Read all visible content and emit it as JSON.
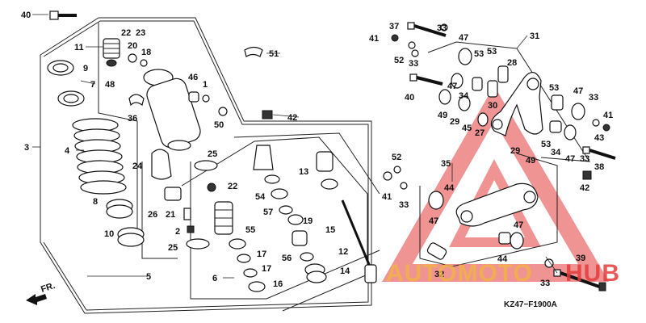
{
  "diagram": {
    "callouts": [
      {
        "id": "c40a",
        "text": "40"
      },
      {
        "id": "c11",
        "text": "11"
      },
      {
        "id": "c22a",
        "text": "22"
      },
      {
        "id": "c23",
        "text": "23"
      },
      {
        "id": "c20",
        "text": "20"
      },
      {
        "id": "c18",
        "text": "18"
      },
      {
        "id": "c9",
        "text": "9"
      },
      {
        "id": "c7",
        "text": "7"
      },
      {
        "id": "c48",
        "text": "48"
      },
      {
        "id": "c46",
        "text": "46"
      },
      {
        "id": "c1",
        "text": "1"
      },
      {
        "id": "c51",
        "text": "51"
      },
      {
        "id": "c3",
        "text": "3"
      },
      {
        "id": "c4",
        "text": "4"
      },
      {
        "id": "c36",
        "text": "36"
      },
      {
        "id": "c50",
        "text": "50"
      },
      {
        "id": "c42a",
        "text": "42"
      },
      {
        "id": "c8",
        "text": "8"
      },
      {
        "id": "c10",
        "text": "10"
      },
      {
        "id": "c24",
        "text": "24"
      },
      {
        "id": "c25a",
        "text": "25"
      },
      {
        "id": "c26",
        "text": "26"
      },
      {
        "id": "c21",
        "text": "21"
      },
      {
        "id": "c2",
        "text": "2"
      },
      {
        "id": "c25b",
        "text": "25"
      },
      {
        "id": "c22b",
        "text": "22"
      },
      {
        "id": "c54",
        "text": "54"
      },
      {
        "id": "c57",
        "text": "57"
      },
      {
        "id": "c55",
        "text": "55"
      },
      {
        "id": "c13",
        "text": "13"
      },
      {
        "id": "c19",
        "text": "19"
      },
      {
        "id": "c15",
        "text": "15"
      },
      {
        "id": "c12",
        "text": "12"
      },
      {
        "id": "c56",
        "text": "56"
      },
      {
        "id": "c17a",
        "text": "17"
      },
      {
        "id": "c17b",
        "text": "17"
      },
      {
        "id": "c16",
        "text": "16"
      },
      {
        "id": "c14",
        "text": "14"
      },
      {
        "id": "c5",
        "text": "5"
      },
      {
        "id": "c6",
        "text": "6"
      },
      {
        "id": "c37",
        "text": "37"
      },
      {
        "id": "c33a",
        "text": "33"
      },
      {
        "id": "c41a",
        "text": "41"
      },
      {
        "id": "c47a",
        "text": "47"
      },
      {
        "id": "c53a",
        "text": "53"
      },
      {
        "id": "c53b",
        "text": "53"
      },
      {
        "id": "c31",
        "text": "31"
      },
      {
        "id": "c52a",
        "text": "52"
      },
      {
        "id": "c33b",
        "text": "33"
      },
      {
        "id": "c28",
        "text": "28"
      },
      {
        "id": "c40b",
        "text": "40"
      },
      {
        "id": "c47b",
        "text": "47"
      },
      {
        "id": "c34a",
        "text": "34"
      },
      {
        "id": "c30",
        "text": "30"
      },
      {
        "id": "c53c",
        "text": "53"
      },
      {
        "id": "c47c",
        "text": "47"
      },
      {
        "id": "c33c",
        "text": "33"
      },
      {
        "id": "c49a",
        "text": "49"
      },
      {
        "id": "c29a",
        "text": "29"
      },
      {
        "id": "c45",
        "text": "45"
      },
      {
        "id": "c27",
        "text": "27"
      },
      {
        "id": "c41b",
        "text": "41"
      },
      {
        "id": "c43",
        "text": "43"
      },
      {
        "id": "c29b",
        "text": "29"
      },
      {
        "id": "c49b",
        "text": "49"
      },
      {
        "id": "c53d",
        "text": "53"
      },
      {
        "id": "c34b",
        "text": "34"
      },
      {
        "id": "c47d",
        "text": "47"
      },
      {
        "id": "c33d",
        "text": "33"
      },
      {
        "id": "c38",
        "text": "38"
      },
      {
        "id": "c52b",
        "text": "52"
      },
      {
        "id": "c35",
        "text": "35"
      },
      {
        "id": "c42b",
        "text": "42"
      },
      {
        "id": "c41c",
        "text": "41"
      },
      {
        "id": "c33e",
        "text": "33"
      },
      {
        "id": "c44a",
        "text": "44"
      },
      {
        "id": "c47e",
        "text": "47"
      },
      {
        "id": "c47f",
        "text": "47"
      },
      {
        "id": "c44b",
        "text": "44"
      },
      {
        "id": "c39",
        "text": "39"
      },
      {
        "id": "c32",
        "text": "32"
      },
      {
        "id": "c33f",
        "text": "33"
      }
    ],
    "front_marker": "FR.",
    "diagram_code": "KZ47−F1900A"
  },
  "watermark": {
    "part1": "AUTOMOTO",
    "part2": "HUB",
    "color_part1": "#f0b24a",
    "color_part2": "#e43b3b"
  }
}
